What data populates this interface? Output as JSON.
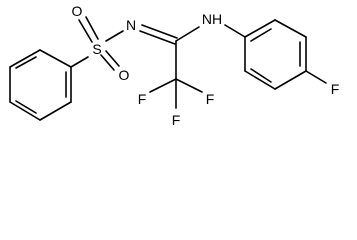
{
  "structure": {
    "atoms": {
      "S": "S",
      "O_top": "O",
      "O_bottom": "O",
      "N_imine": "N",
      "NH": "NH",
      "F_left": "F",
      "F_right": "F",
      "F_bottom": "F",
      "F_aryl": "F"
    }
  }
}
